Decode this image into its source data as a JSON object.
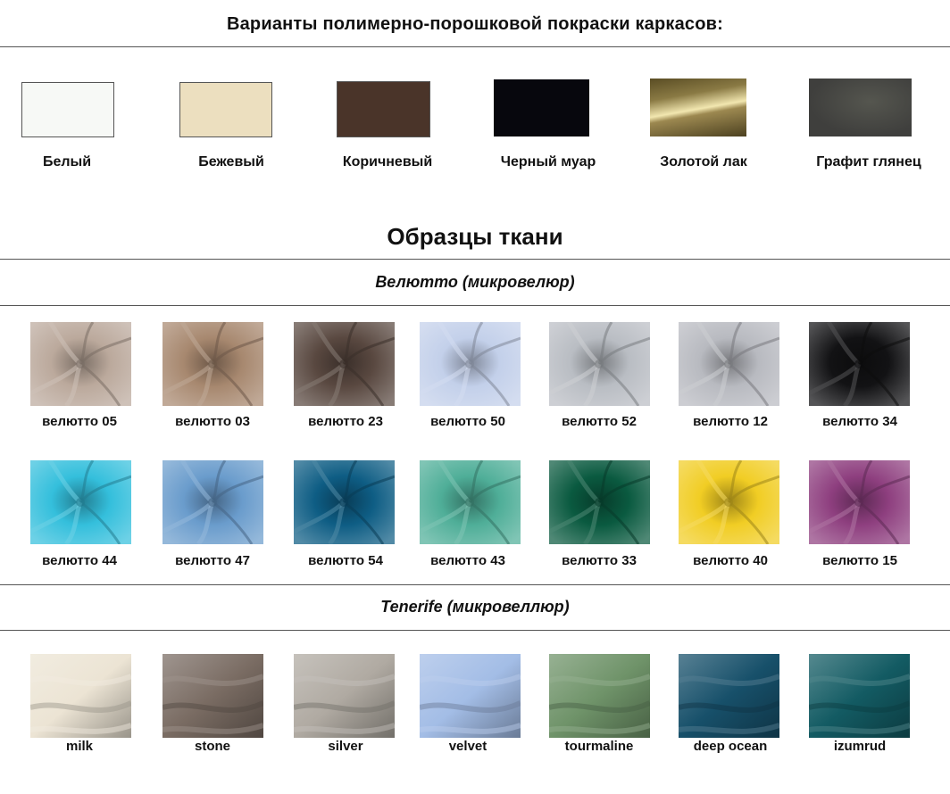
{
  "paint_section": {
    "title": "Варианты полимерно-порошковой покраски каркасов:",
    "swatches": [
      {
        "label": "Белый",
        "color": "#f7f9f6"
      },
      {
        "label": "Бежевый",
        "color": "#ecdfbf"
      },
      {
        "label": "Коричневый",
        "color": "#4a3429"
      },
      {
        "label": "Черный муар",
        "color": "#07070d"
      },
      {
        "label": "Золотой лак",
        "color": "#b7a262"
      },
      {
        "label": "Графит глянец",
        "color": "#3f3f3d"
      }
    ]
  },
  "fabric_section": {
    "title": "Образцы ткани",
    "velutto": {
      "subtitle": "Велютто (микровелюр)",
      "row1": [
        {
          "label": "велютто 05",
          "color": "#bba99c"
        },
        {
          "label": "велютто 03",
          "color": "#a7886f"
        },
        {
          "label": "велютто 23",
          "color": "#594840"
        },
        {
          "label": "велютто 50",
          "color": "#c3d0ea"
        },
        {
          "label": "велютто 52",
          "color": "#b9bdc3"
        },
        {
          "label": "велютто 12",
          "color": "#b8bac0"
        },
        {
          "label": "велютто 34",
          "color": "#121214"
        }
      ],
      "row2": [
        {
          "label": "велютто 44",
          "color": "#34bfdc"
        },
        {
          "label": "велютто 47",
          "color": "#6a9ccc"
        },
        {
          "label": "велютто 54",
          "color": "#0e5d84"
        },
        {
          "label": "велютто 43",
          "color": "#4fae98"
        },
        {
          "label": "велютто 33",
          "color": "#0a5a40"
        },
        {
          "label": "велютто 40",
          "color": "#f1cd24"
        },
        {
          "label": "велютто 15",
          "color": "#8e3f7f"
        }
      ]
    },
    "tenerife": {
      "subtitle": "Tenerife  (микровеллюр)",
      "row": [
        {
          "label": "milk",
          "color": "#ece4d4"
        },
        {
          "label": "stone",
          "color": "#7a6c63"
        },
        {
          "label": "silver",
          "color": "#b0aaa2"
        },
        {
          "label": "velvet",
          "color": "#a3bde6"
        },
        {
          "label": "tourmaline",
          "color": "#6f9369"
        },
        {
          "label": "deep ocean",
          "color": "#17506a"
        },
        {
          "label": "izumrud",
          "color": "#135b63"
        }
      ]
    }
  }
}
